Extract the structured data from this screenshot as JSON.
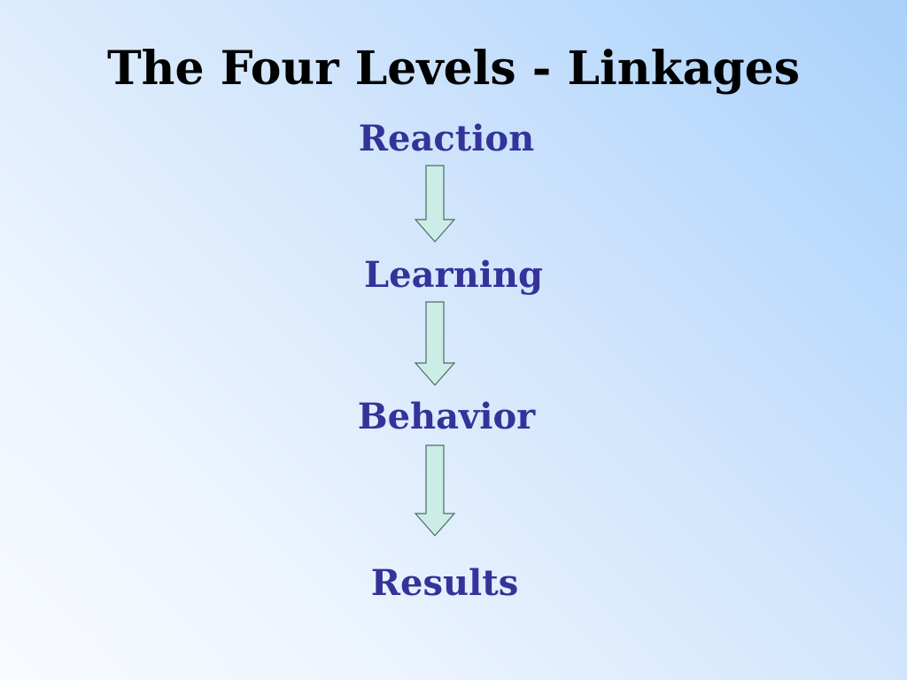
{
  "slide": {
    "title": "The Four Levels - Linkages",
    "levels": [
      {
        "label": "Reaction"
      },
      {
        "label": "Learning"
      },
      {
        "label": "Behavior"
      },
      {
        "label": "Results"
      }
    ]
  },
  "colors": {
    "title": "#000000",
    "level_text": "#333399",
    "arrow_fill": "#ccece6",
    "arrow_stroke": "#4d6b66",
    "background_light": "#f8fbff",
    "background_dark": "#a9d1fb"
  }
}
